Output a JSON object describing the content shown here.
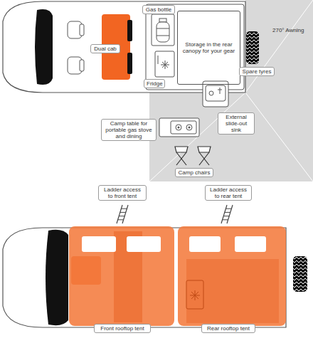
{
  "diagram": {
    "nodes": [
      {
        "text": [
          "Dual cab"
        ]
      },
      {
        "text": [
          "Gas bottle"
        ]
      },
      {
        "text": [
          "Storage in the rear canopy for your gear"
        ]
      },
      {
        "text": [
          "Fridge"
        ]
      },
      {
        "text": [
          "Spare tyres"
        ]
      },
      {
        "text": [
          "External slide-out sink"
        ]
      },
      {
        "text": [
          "Camp table for portable gas stove and dining"
        ]
      },
      {
        "text": [
          "Camp chairs"
        ]
      },
      {
        "text": [
          "Ladder access to front tent"
        ]
      },
      {
        "text": [
          "Ladder access to rear tent"
        ]
      },
      {
        "text": [
          "Front rooftop tent"
        ]
      },
      {
        "text": [
          "Rear rooftop tent"
        ]
      }
    ],
    "labels": [
      "270° Awning"
    ]
  }
}
